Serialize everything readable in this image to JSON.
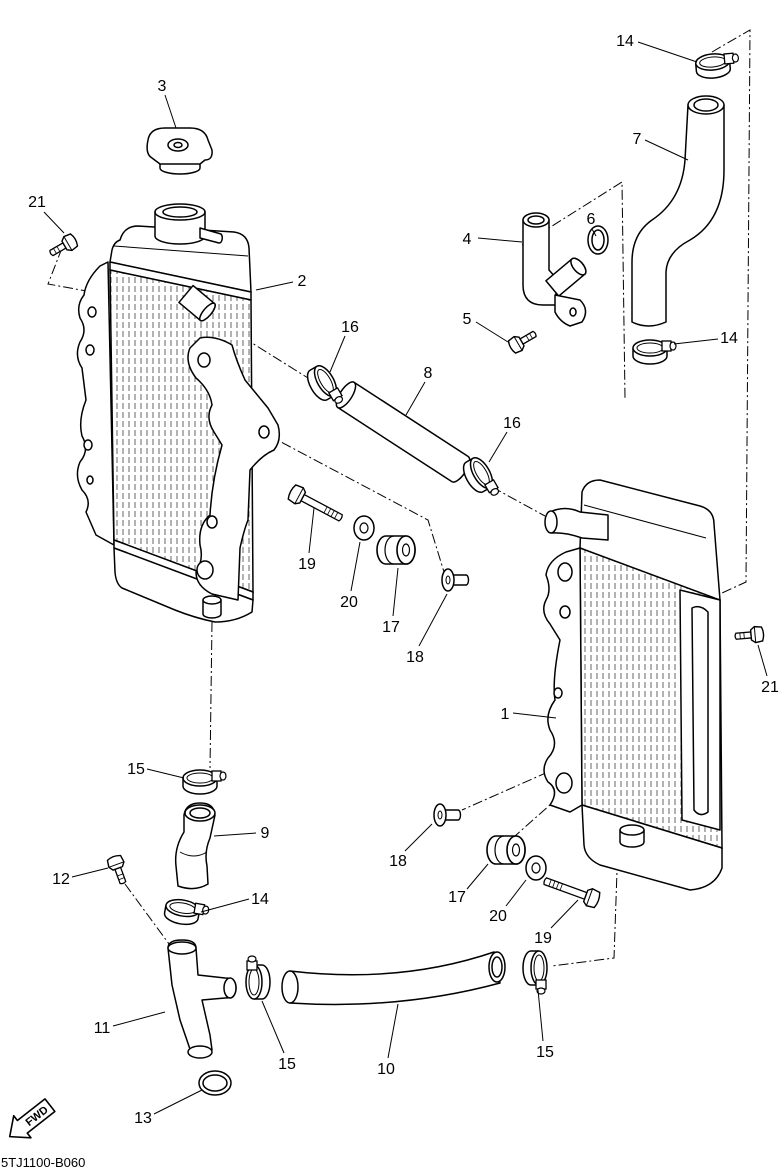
{
  "diagram_code": "5TJ1100-B060",
  "fwd_label": "FWD",
  "callouts": [
    "14",
    "7",
    "6",
    "4",
    "5",
    "14",
    "3",
    "21",
    "2",
    "16",
    "8",
    "16",
    "19",
    "20",
    "17",
    "18",
    "21",
    "1",
    "15",
    "9",
    "18",
    "12",
    "17",
    "14",
    "20",
    "19",
    "11",
    "15",
    "10",
    "15",
    "13"
  ]
}
